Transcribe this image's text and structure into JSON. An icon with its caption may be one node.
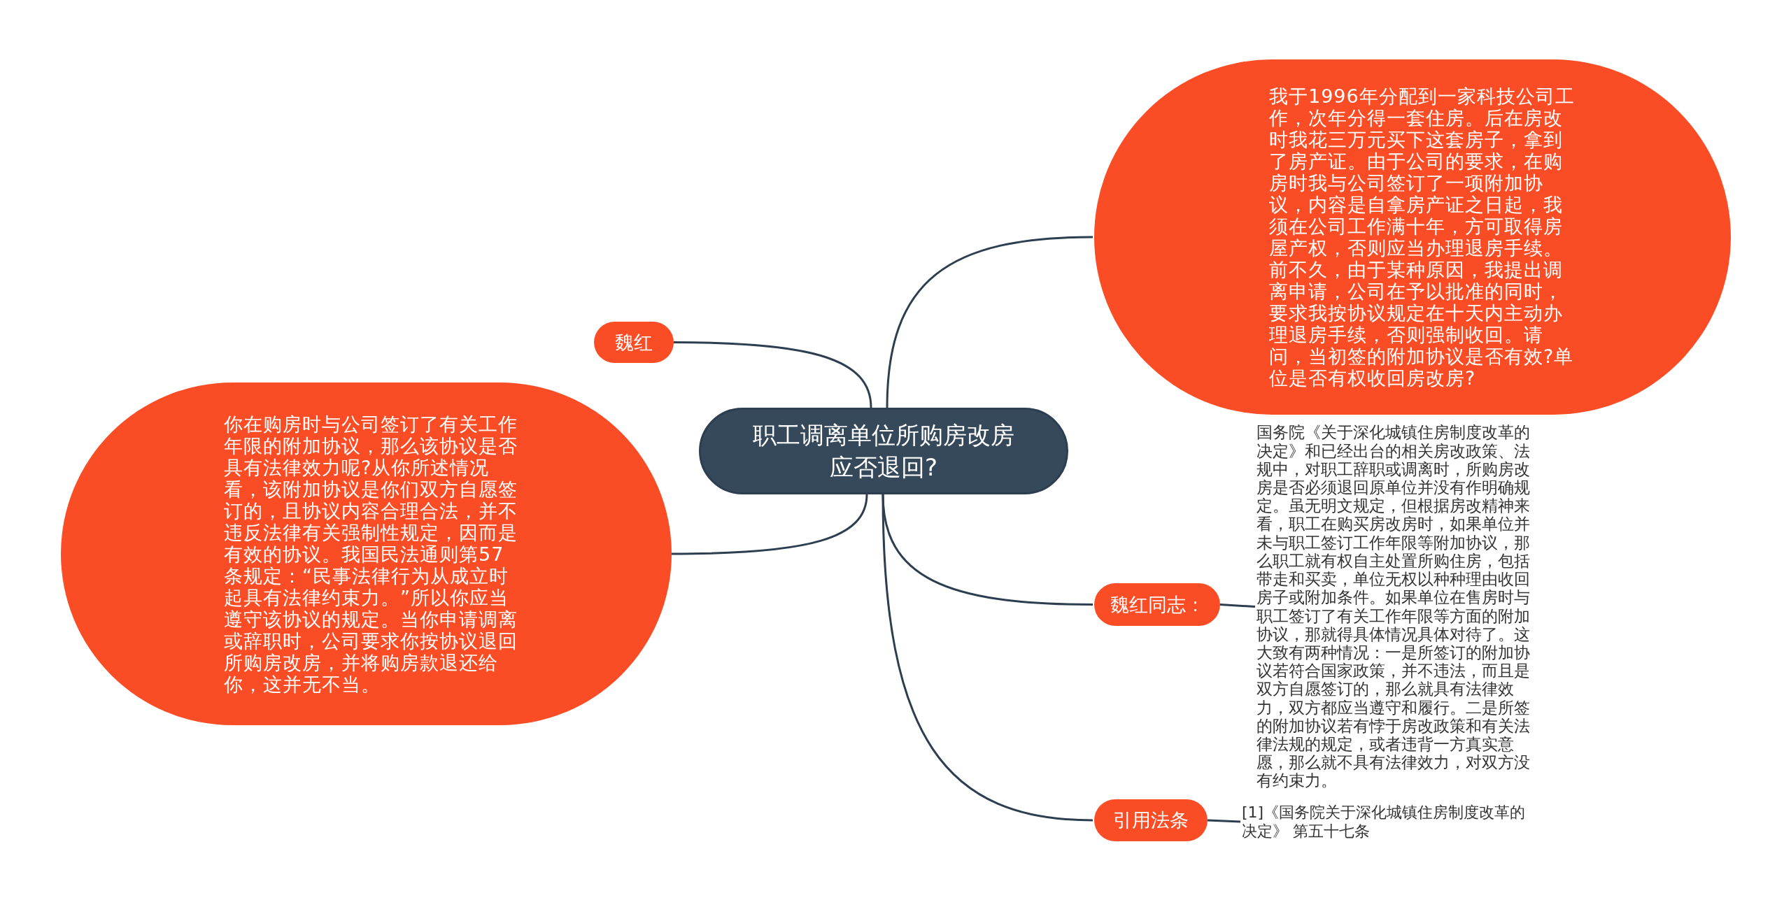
{
  "diagram": {
    "nodes": [
      {
        "text": [
          "职工调离单位所购房改房应否退回?"
        ]
      },
      {
        "text": [
          "我于1996年分配到一家科技公司工作，次年分得一套住房。后在房改时我花三万元买下这套房子，拿到了房产证。由于公司的要求，在购房时我与公司签订了一项附加协议，内容是自拿房产证之日起，我须在公司工作满十年，方可取得房屋产权，否则应当办理退房手续。前不久，由于某种原因，我提出调离申请，公司在予以批准的同时，要求我按协议规定在十天内主动办理退房手续，否则强制收回。请问，当初签的附加协议是否有效?单位是否有权收回房改房?"
        ]
      },
      {
        "text": [
          "魏红"
        ]
      },
      {
        "text": [
          "你在购房时与公司签订了有关工作年限的附加协议，那么该协议是否具有法律效力呢?从你所述情况看，该附加协议是你们双方自愿签订的，且协议内容合理合法，并不违反法律有关强制性规定，因而是有效的协议。我国民法通则第57条规定：“民事法律行为从成立时起具有法律约束力。”所以你应当遵守该协议的规定。当你申请调离或辞职时，公司要求你按协议退回所购房改房，并将购房款退还给你，这并无不当。"
        ]
      },
      {
        "text": [
          "魏红同志："
        ]
      },
      {
        "text": [
          "国务院《关于深化城镇住房制度改革的决定》和已经出台的相关房改政策、法规中，对职工辞职或调离时，所购房改房是否必须退回原单位并没有作明确规定。虽无明文规定，但根据房改精神来看，职工在购买房改房时，如果单位并未与职工签订工作年限等附加协议，那么职工就有权自主处置所购住房，包括带走和买卖，单位无权以种种理由收回房子或附加条件。如果单位在售房时与职工签订了有关工作年限等方面的附加协议，那就得具体情况具体对待了。这大致有两种情况：一是所签订的附加协议若符合国家政策，并不违法，而且是双方自愿签订的，那么就具有法律效力，双方都应当遵守和履行。二是所签的附加协议若有悖于房改政策和有关法律法规的规定，或者违背一方真实意愿，那么就不具有法律效力，对双方没有约束力。"
        ]
      },
      {
        "text": [
          "引用法条"
        ]
      },
      {
        "text": [
          "[1]《国务院关于深化城镇住房制度改革的决定》 第五十七条"
        ]
      }
    ],
    "edges": [
      {
        "from": 0,
        "to": 1,
        "arrow": "none"
      },
      {
        "from": 0,
        "to": 2,
        "arrow": "none"
      },
      {
        "from": 0,
        "to": 3,
        "arrow": "none"
      },
      {
        "from": 0,
        "to": 4,
        "arrow": "none"
      },
      {
        "from": 4,
        "to": 5,
        "arrow": "none"
      },
      {
        "from": 0,
        "to": 6,
        "arrow": "none"
      },
      {
        "from": 6,
        "to": 7,
        "arrow": "none"
      }
    ]
  }
}
